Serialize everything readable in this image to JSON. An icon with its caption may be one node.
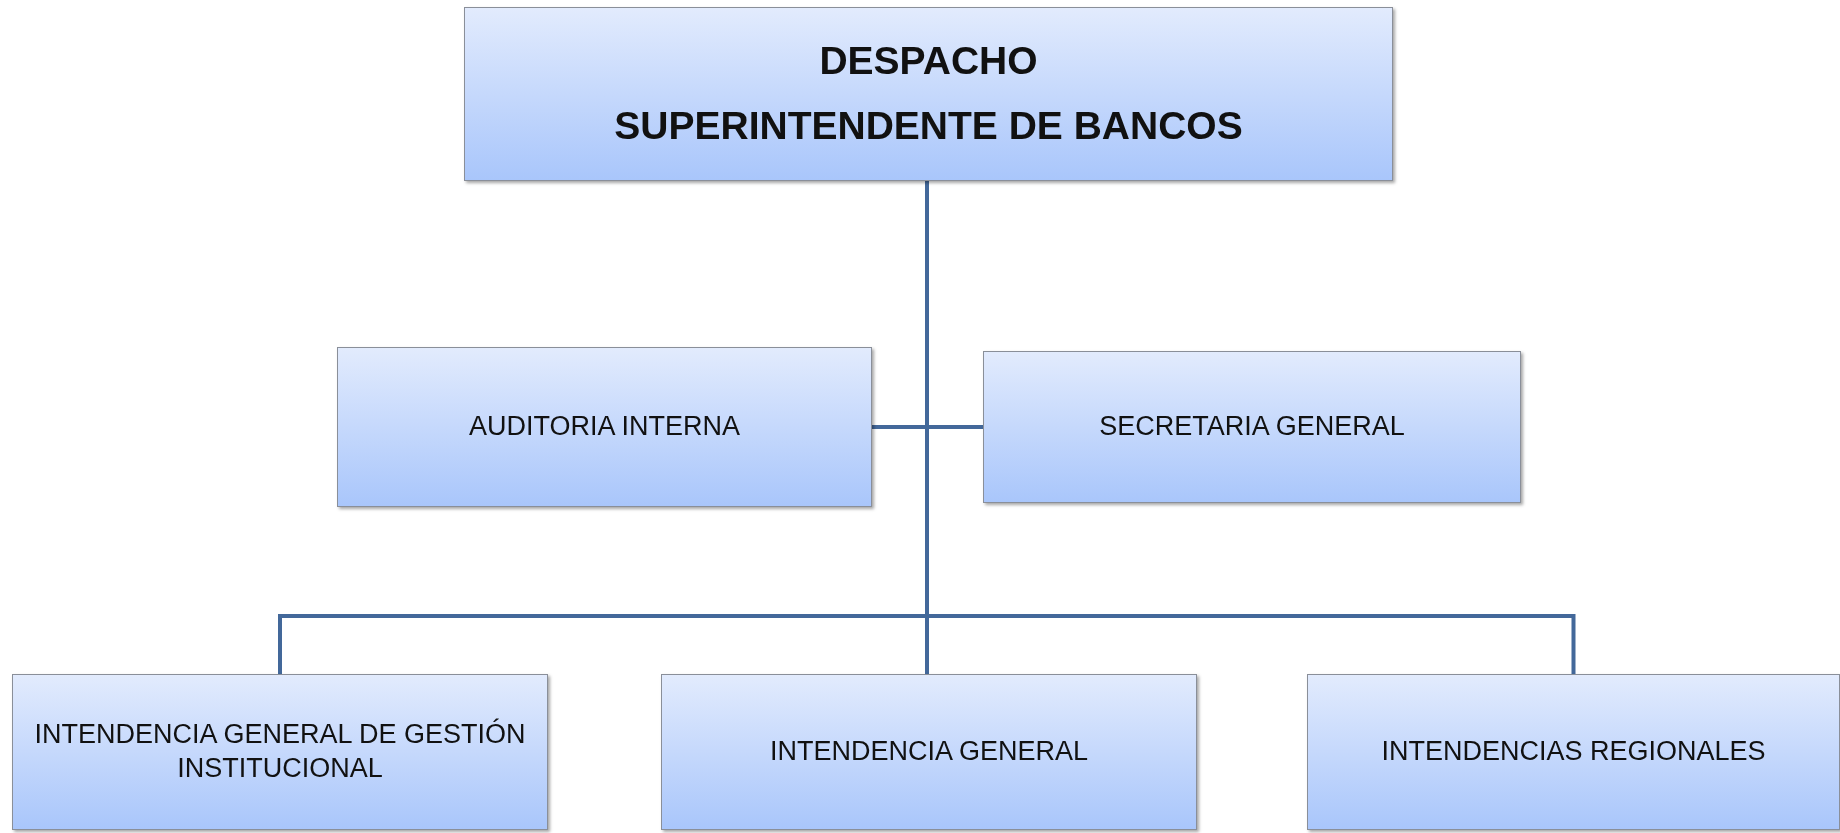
{
  "diagram": {
    "nodes": [
      {
        "text": [
          "DESPACHO",
          "SUPERINTENDENTE DE BANCOS"
        ]
      },
      {
        "text": [
          "AUDITORIA INTERNA"
        ]
      },
      {
        "text": [
          "SECRETARIA GENERAL"
        ]
      },
      {
        "text": [
          "INTENDENCIA GENERAL DE GESTIÓN INSTITUCIONAL"
        ]
      },
      {
        "text": [
          "INTENDENCIA GENERAL"
        ]
      },
      {
        "text": [
          "INTENDENCIAS REGIONALES"
        ]
      }
    ],
    "edges": [
      {
        "from": 0,
        "to": 1,
        "arrow": "none"
      },
      {
        "from": 0,
        "to": 2,
        "arrow": "none"
      },
      {
        "from": 0,
        "to": 3,
        "arrow": "none"
      },
      {
        "from": 0,
        "to": 4,
        "arrow": "none"
      },
      {
        "from": 0,
        "to": 5,
        "arrow": "none"
      }
    ]
  }
}
